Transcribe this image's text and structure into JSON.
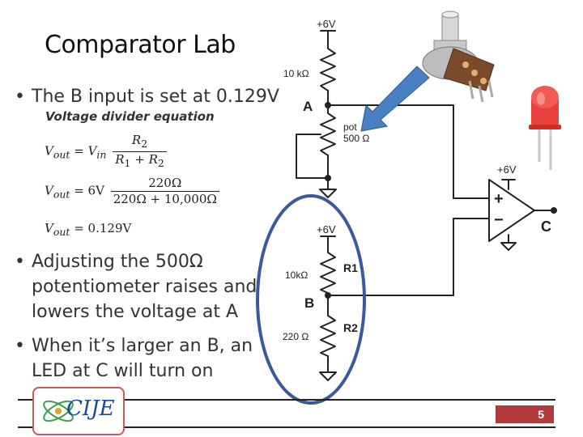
{
  "slide": {
    "title": "Comparator Lab",
    "page_number": "5",
    "bullet_glyph": "•",
    "bullets": [
      {
        "lines": [
          "The B input is set at 0.129V"
        ]
      },
      {
        "lines": [
          "Adjusting the 500Ω",
          "potentiometer raises and",
          "lowers the voltage at A"
        ]
      },
      {
        "lines": [
          "When it’s larger an B, an",
          "LED at C will turn on"
        ]
      }
    ],
    "equation_header": "Voltage divider equation",
    "equations": {
      "eq1": {
        "lhs": "V",
        "lhs_sub": "out",
        "eq": " = ",
        "rhs": "V",
        "rhs_sub": "in",
        "num": "R",
        "num_sub": "2",
        "den_a": "R",
        "den_a_sub": "1",
        "den_op": " + ",
        "den_b": "R",
        "den_b_sub": "2"
      },
      "eq2": {
        "lhs": "V",
        "lhs_sub": "out",
        "eq": " = 6V",
        "num": "220Ω",
        "den": "220Ω + 10,000Ω"
      },
      "eq3": {
        "lhs": "V",
        "lhs_sub": "out",
        "eq": " = 0.129V"
      }
    },
    "logo_text": "CIJE"
  },
  "circuit": {
    "supply_top": "+6V",
    "r_top": "10 kΩ",
    "node_a": "A",
    "pot_label": "pot",
    "pot_value": "500 Ω",
    "supply_opamp": "+6V",
    "opamp_plus": "+",
    "opamp_minus": "−",
    "node_c": "C",
    "supply_div": "+6V",
    "r1_value": "10kΩ",
    "r1_name": "R1",
    "node_b": "B",
    "r2_value": "220 Ω",
    "r2_name": "R2"
  },
  "colors": {
    "arrow": "#4a7fc1",
    "ellipse": "#3a5a9a",
    "led": "#e8413b",
    "page_badge": "#b13a3a",
    "logo_border": "#c95a5a"
  }
}
